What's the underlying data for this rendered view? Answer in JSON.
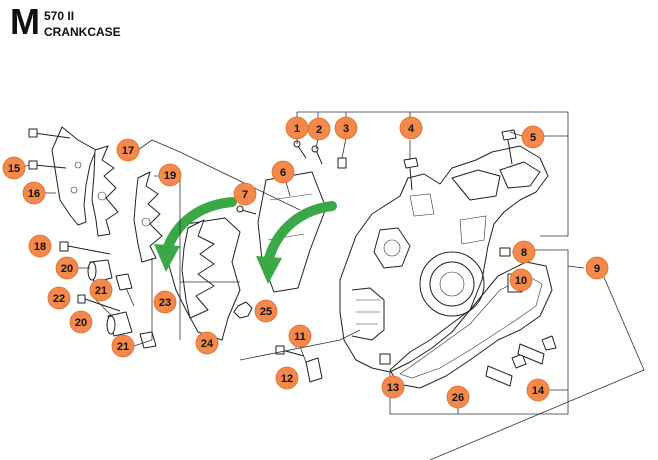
{
  "header": {
    "section_letter": "M",
    "model": "570 II",
    "title": "CRANKCASE"
  },
  "callouts": [
    {
      "label": "1"
    },
    {
      "label": "2"
    },
    {
      "label": "3"
    },
    {
      "label": "4"
    },
    {
      "label": "5"
    },
    {
      "label": "6"
    },
    {
      "label": "7"
    },
    {
      "label": "8"
    },
    {
      "label": "9"
    },
    {
      "label": "10"
    },
    {
      "label": "11"
    },
    {
      "label": "12"
    },
    {
      "label": "13"
    },
    {
      "label": "14"
    },
    {
      "label": "15"
    },
    {
      "label": "16"
    },
    {
      "label": "17"
    },
    {
      "label": "18"
    },
    {
      "label": "19"
    },
    {
      "label": "20"
    },
    {
      "label": "20"
    },
    {
      "label": "21"
    },
    {
      "label": "21"
    },
    {
      "label": "22"
    },
    {
      "label": "23"
    },
    {
      "label": "24"
    },
    {
      "label": "25"
    },
    {
      "label": "26"
    }
  ],
  "colors": {
    "callout_fill": "#f5894b",
    "arrow_green": "#3aa847",
    "line": "#222222"
  }
}
